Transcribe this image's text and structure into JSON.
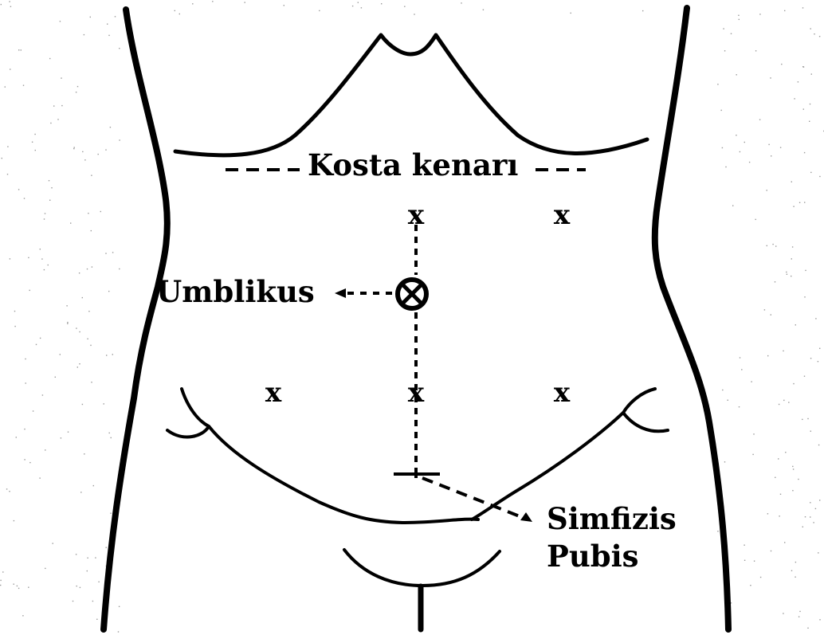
{
  "diagram": {
    "labels": {
      "costal_margin": "Kosta kenarı",
      "umbilicus": "Umblikus",
      "symphysis_line1": "Simfizis",
      "symphysis_line2": "Pubis"
    },
    "markers": {
      "cross_glyph": "x",
      "umbilicus_icon": "umbilicus-circle-x-icon"
    },
    "colors": {
      "ink": "#000000",
      "background": "#ffffff",
      "speckle": "#9a9a9a"
    }
  }
}
